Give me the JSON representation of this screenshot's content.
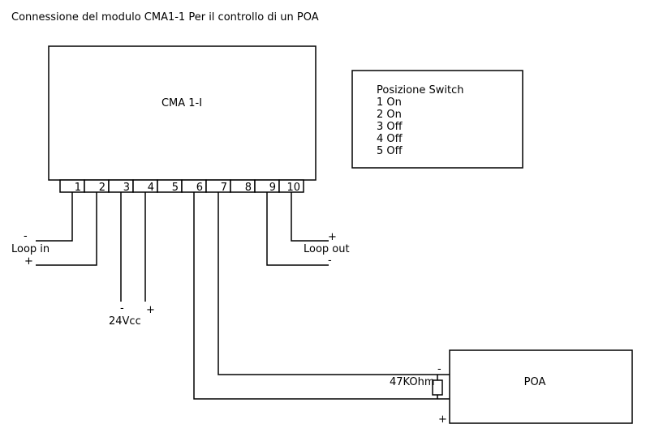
{
  "diagram": {
    "title": "Connessione del modulo CMA1-1 Per il controllo di un POA",
    "module": {
      "label": "CMA 1-I",
      "terminals": [
        "1",
        "2",
        "3",
        "4",
        "5",
        "6",
        "7",
        "8",
        "9",
        "10"
      ]
    },
    "switch_box": {
      "heading": "Posizione Switch",
      "lines": [
        "1 On",
        "2 On",
        "3 Off",
        "4 Off",
        "5 Off"
      ]
    },
    "loop_in": {
      "label": "Loop in",
      "minus": "-",
      "plus": "+",
      "minus_terminal": "1",
      "plus_terminal": "2"
    },
    "power": {
      "label": "24Vcc",
      "minus": "-",
      "plus": "+",
      "minus_terminal": "3",
      "plus_terminal": "4"
    },
    "loop_out": {
      "label": "Loop out",
      "plus": "+",
      "minus": "-",
      "plus_terminal": "10",
      "minus_terminal": "9"
    },
    "poa": {
      "label": "POA",
      "minus": "-",
      "plus": "+",
      "minus_terminal": "7",
      "plus_terminal": "6"
    },
    "resistor": {
      "label": "47KOhm"
    }
  }
}
